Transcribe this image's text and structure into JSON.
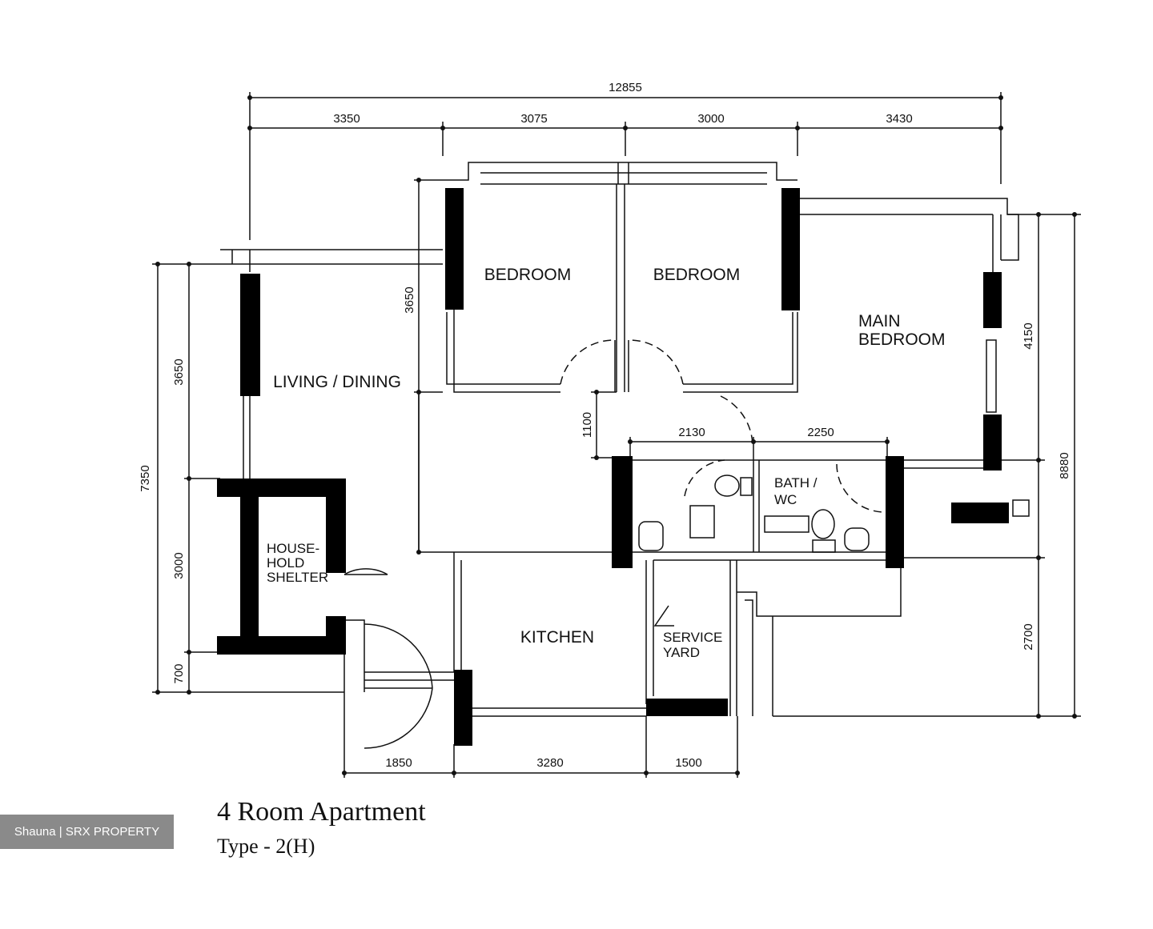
{
  "dimensions": {
    "overall_top": "12855",
    "top_segments": [
      "3350",
      "3075",
      "3000",
      "3430"
    ],
    "bottom_segments": [
      "1850",
      "3280",
      "1500"
    ],
    "left_total": "7350",
    "left_segments": [
      "3650",
      "3000",
      "700"
    ],
    "bedroom_depth": "3650",
    "corridor": "1100",
    "bath_widths": [
      "2130",
      "2250"
    ],
    "right_upper": "4150",
    "right_lower": "2700",
    "right_total": "8880"
  },
  "rooms": {
    "bedroom_1": "BEDROOM",
    "bedroom_2": "BEDROOM",
    "main_bedroom_line1": "MAIN",
    "main_bedroom_line2": "BEDROOM",
    "living_dining": "LIVING / DINING",
    "household_line1": "HOUSE-",
    "household_line2": "HOLD",
    "household_line3": "SHELTER",
    "kitchen": "KITCHEN",
    "service_yard_line1": "SERVICE",
    "service_yard_line2": "YARD",
    "bath_line1": "BATH /",
    "bath_line2": "WC"
  },
  "caption": {
    "title": "4 Room Apartment",
    "type": "Type - 2(H)"
  },
  "watermark": "Shauna | SRX PROPERTY"
}
